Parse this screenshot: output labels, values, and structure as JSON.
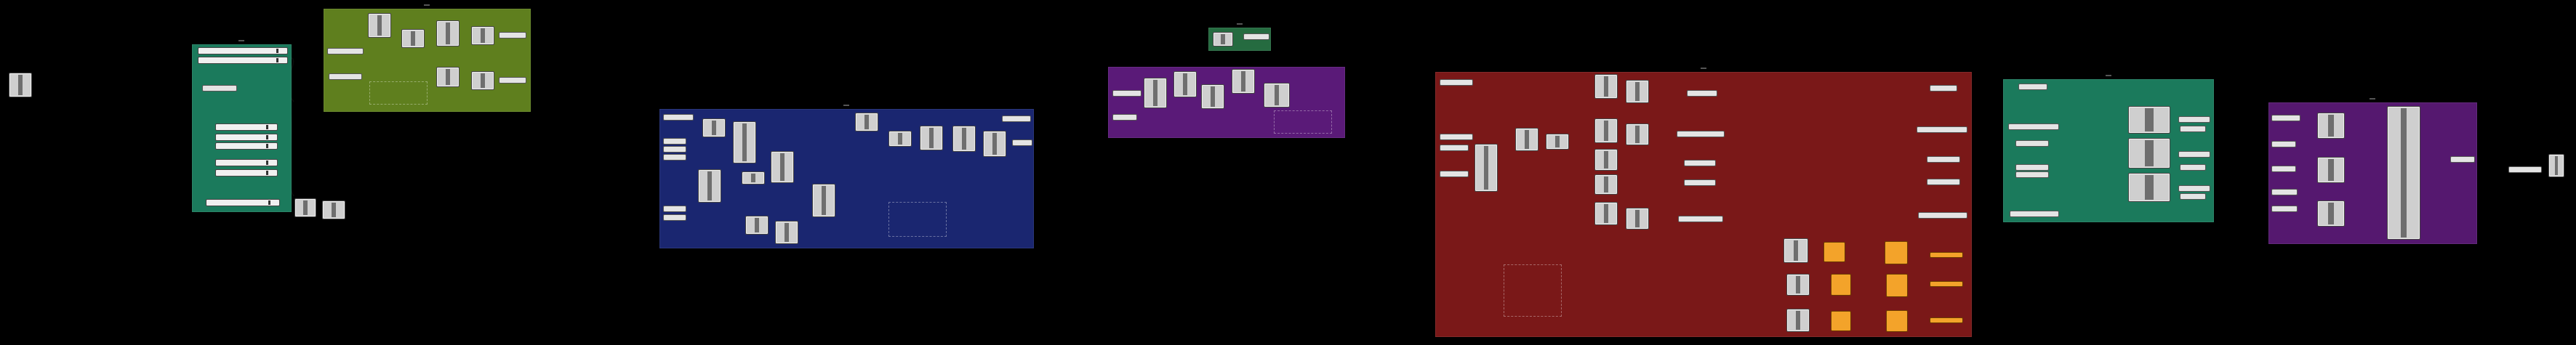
{
  "canvas": {
    "background": "#000000"
  },
  "groups": [
    {
      "id": "g1",
      "color": "#1b7a5c",
      "label": ""
    },
    {
      "id": "g2",
      "color": "#5f7f1e",
      "label": ""
    },
    {
      "id": "g3",
      "color": "#1a2670",
      "label": ""
    },
    {
      "id": "g4",
      "color": "#5a1a78",
      "label": ""
    },
    {
      "id": "g5",
      "color": "#256b40",
      "label": ""
    },
    {
      "id": "g6",
      "color": "#7a1818",
      "label": ""
    },
    {
      "id": "g7",
      "color": "#1b7a5c",
      "label": ""
    },
    {
      "id": "g8",
      "color": "#55186f",
      "label": ""
    }
  ],
  "sliders": [
    {
      "label": "",
      "value": ""
    }
  ],
  "colors": {
    "component": "#cfcfcf",
    "wire": "#111111",
    "output_node": "#f3a32a"
  }
}
